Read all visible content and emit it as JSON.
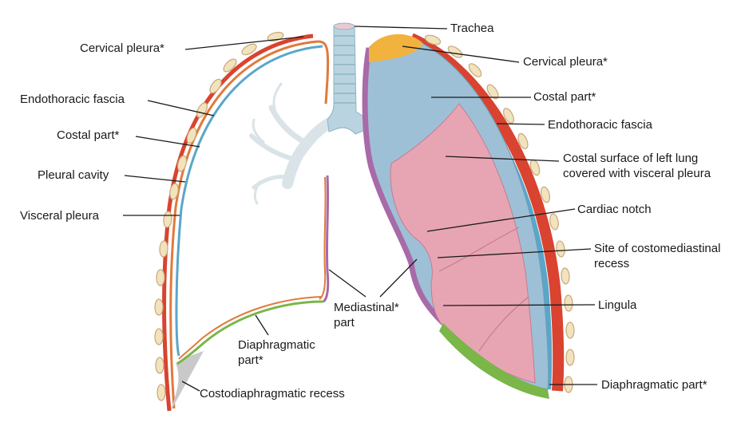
{
  "colors": {
    "rib": "#f3e2be",
    "rib_outline": "#c7a878",
    "endothoracic_fascia": "#d9432f",
    "parietal_pleura": "#e07a3c",
    "visceral_pleura": "#5aa6c9",
    "mediastinal": "#a86aa8",
    "diaphragmatic": "#7ab648",
    "cervical_dome": "#f2b23e",
    "lung_surface": "#e7a5b4",
    "pleura_overlay": "#9ec0d6",
    "trachea": "#b9d4e0",
    "recess": "#c9c9c9",
    "leader_line": "#1a1a1a"
  },
  "labels": {
    "cervical_pleura_left": "Cervical pleura*",
    "endothoracic_fascia_left": "Endothoracic fascia",
    "costal_part_left": "Costal part*",
    "pleural_cavity": "Pleural cavity",
    "visceral_pleura": "Visceral pleura",
    "trachea": "Trachea",
    "cervical_pleura_right": "Cervical pleura*",
    "costal_part_right": "Costal part*",
    "endothoracic_fascia_right": "Endothoracic fascia",
    "costal_surface": "Costal surface of left lung\ncovered with visceral pleura",
    "cardiac_notch": "Cardiac notch",
    "costomediastinal_recess": "Site of costomediastinal\nrecess",
    "lingula": "Lingula",
    "mediastinal_part": "Mediastinal*\npart",
    "diaphragmatic_part_left": "Diaphragmatic\npart*",
    "diaphragmatic_part_right": "Diaphragmatic part*",
    "costodiaphragmatic_recess": "Costodiaphragmatic recess"
  }
}
